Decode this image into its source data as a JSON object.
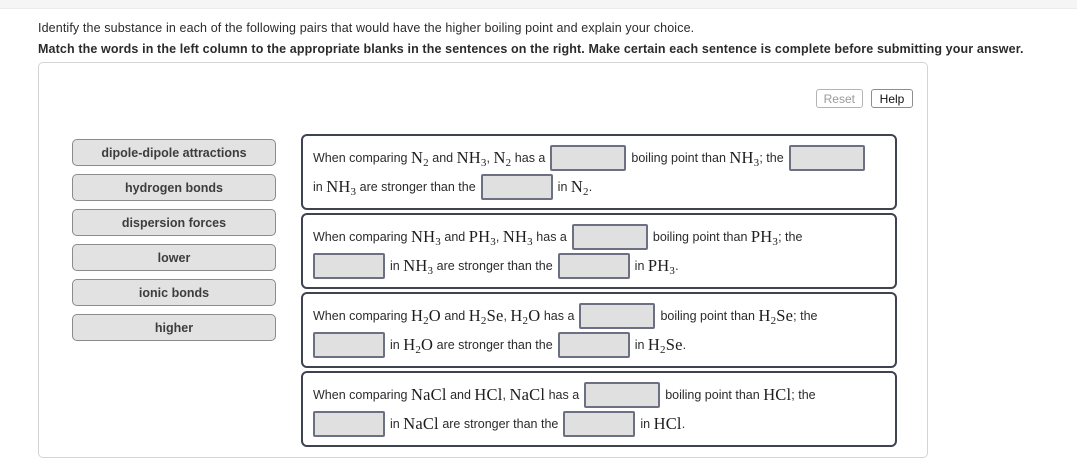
{
  "page": {
    "prompt_primary": "Identify the substance in each of the following pairs that would have the higher boiling point and explain your choice.",
    "prompt_instruction": "Match the words in the left column to the appropriate blanks in the sentences on the right. Make certain each sentence is complete before submitting your answer."
  },
  "toolbar": {
    "reset_label": "Reset",
    "help_label": "Help",
    "reset_state": "disabled",
    "help_state": "enabled"
  },
  "word_bank": {
    "items": [
      {
        "label": "dipole-dipole attractions"
      },
      {
        "label": "hydrogen bonds"
      },
      {
        "label": "dispersion forces"
      },
      {
        "label": "lower"
      },
      {
        "label": "ionic bonds"
      },
      {
        "label": "higher"
      }
    ]
  },
  "sentences": [
    {
      "id": "n2-nh3",
      "t1": "When comparing ",
      "f1": "N2",
      "t2": " and ",
      "f2": "NH3",
      "t3": ", ",
      "f3": "N2",
      "t4": " has a",
      "blank1": "",
      "t5": "boiling point than ",
      "f4": "NH3",
      "t6": "; the",
      "blank2": "",
      "t7": "in ",
      "f5": "NH3",
      "t8": " are stronger than the",
      "blank3": "",
      "t9": "in ",
      "f6": "N2",
      "t10": ".",
      "layout": "first"
    },
    {
      "id": "nh3-ph3",
      "t1": "When comparing ",
      "f1": "NH3",
      "t2": " and ",
      "f2": "PH3",
      "t3": ", ",
      "f3": "NH3",
      "t4": " has a",
      "blank1": "",
      "t5": "boiling point than ",
      "f4": "PH3",
      "t6": "; the",
      "blank2": "",
      "t7": "in ",
      "f5": "NH3",
      "t8": " are stronger than the",
      "blank3": "",
      "t9": "in ",
      "f6": "PH3",
      "t10": ".",
      "layout": "standard"
    },
    {
      "id": "h2o-h2se",
      "t1": "When comparing ",
      "f1": "H2O",
      "t2": " and ",
      "f2": "H2Se",
      "t3": ", ",
      "f3": "H2O",
      "t4": " has a",
      "blank1": "",
      "t5": "boiling point than ",
      "f4": "H2Se",
      "t6": "; the",
      "blank2": "",
      "t7": "in ",
      "f5": "H2O",
      "t8": " are stronger than the",
      "blank3": "",
      "t9": "in ",
      "f6": "H2Se",
      "t10": ".",
      "layout": "standard"
    },
    {
      "id": "nacl-hcl",
      "t1": "When comparing ",
      "f1": "NaCl",
      "t2": " and ",
      "f2": "HCl",
      "t3": ", ",
      "f3": "NaCl",
      "t4": " has a",
      "blank1": "",
      "t5": "boiling point than ",
      "f4": "HCl",
      "t6": "; the",
      "blank2": "",
      "t7": "in ",
      "f5": "NaCl",
      "t8": " are stronger than the",
      "blank3": "",
      "t9": "in ",
      "f6": "HCl",
      "t10": ".",
      "layout": "standard"
    }
  ],
  "colors": {
    "panel_border": "#d4d4d4",
    "row_border": "#3f4350",
    "blank_fill": "#e0e0e0",
    "blank_border": "#6d7083",
    "bank_fill": "#e2e2e2",
    "bank_border": "#8b8b8b"
  }
}
